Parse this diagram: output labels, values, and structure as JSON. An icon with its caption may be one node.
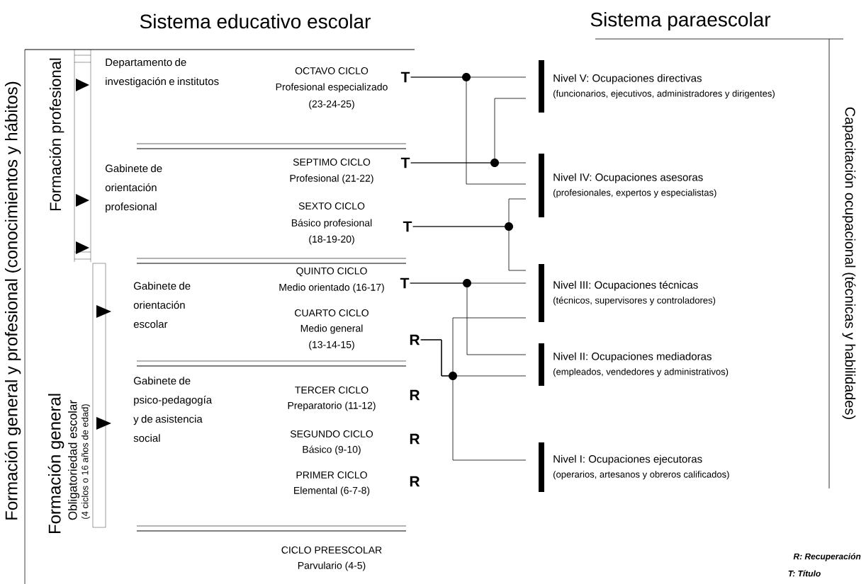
{
  "diagram": {
    "nodes": [
      {
        "text": [
          "T"
        ]
      },
      {
        "text": [
          "T"
        ]
      },
      {
        "text": [
          "T"
        ]
      },
      {
        "text": [
          "T"
        ]
      },
      {
        "text": [
          "R"
        ]
      },
      {
        "text": [
          "R"
        ]
      },
      {
        "text": [
          "R"
        ]
      },
      {
        "text": [
          "R"
        ]
      },
      {
        "text": [
          "Nivel V: Ocupaciones directivas",
          "(funcionarios, ejecutivos, administradores y dirigentes)"
        ]
      },
      {
        "text": [
          "Nivel IV: Ocupaciones asesoras",
          "(profesionales, expertos y especialistas)"
        ]
      },
      {
        "text": [
          "Nivel III: Ocupaciones técnicas",
          "(técnicos, supervisores y controladores)"
        ]
      },
      {
        "text": [
          "Nivel II: Ocupaciones mediadoras",
          "(empleados, vendedores y administrativos)"
        ]
      },
      {
        "text": [
          "Nivel I: Ocupaciones ejecutoras",
          "(operarios, artesanos y obreros calificados)"
        ]
      }
    ],
    "edges": [
      {
        "from": 0,
        "to": 8,
        "arrow": "none"
      },
      {
        "from": 0,
        "to": 9,
        "arrow": "none"
      },
      {
        "from": 1,
        "to": 9,
        "arrow": "none"
      },
      {
        "from": 1,
        "to": 8,
        "arrow": "none"
      },
      {
        "from": 2,
        "to": 9,
        "arrow": "none"
      },
      {
        "from": 2,
        "to": 10,
        "arrow": "none"
      },
      {
        "from": 3,
        "to": 10,
        "arrow": "none"
      },
      {
        "from": 3,
        "to": 11,
        "arrow": "none"
      },
      {
        "from": 4,
        "to": 10,
        "arrow": "none"
      },
      {
        "from": 4,
        "to": 11,
        "arrow": "none"
      },
      {
        "from": 4,
        "to": 12,
        "arrow": "none"
      }
    ],
    "labels": [
      "Sistema educativo escolar",
      "Sistema paraescolar",
      "Formación general y profesional (conocimientos y hábitos)",
      "Formación profesional",
      "Formación general",
      "Obligatoriedad escolar",
      "(4 ciclos o 16 años de edad)",
      "Departamento de investigación e institutos",
      "Gabinete de orientación profesional",
      "Gabinete de orientación escolar",
      "Gabinete de psico-pedagogía y de asistencia social",
      "OCTAVO CICLO",
      "Profesional especializado",
      "(23-24-25)",
      "SEPTIMO CICLO",
      "Profesional (21-22)",
      "SEXTO CICLO",
      "Básico profesional",
      "(18-19-20)",
      "QUINTO CICLO",
      "Medio orientado (16-17)",
      "CUARTO CICLO",
      "Medio general",
      "(13-14-15)",
      "TERCER CICLO",
      "Preparatorio (11-12)",
      "SEGUNDO CICLO",
      "Básico (9-10)",
      "PRIMER CICLO",
      "Elemental (6-7-8)",
      "CICLO PREESCOLAR",
      "Parvulario (4-5)",
      "Capacitación ocupacional (técnicas y habilidades)",
      "R: Recuperación",
      "T: Título"
    ]
  }
}
